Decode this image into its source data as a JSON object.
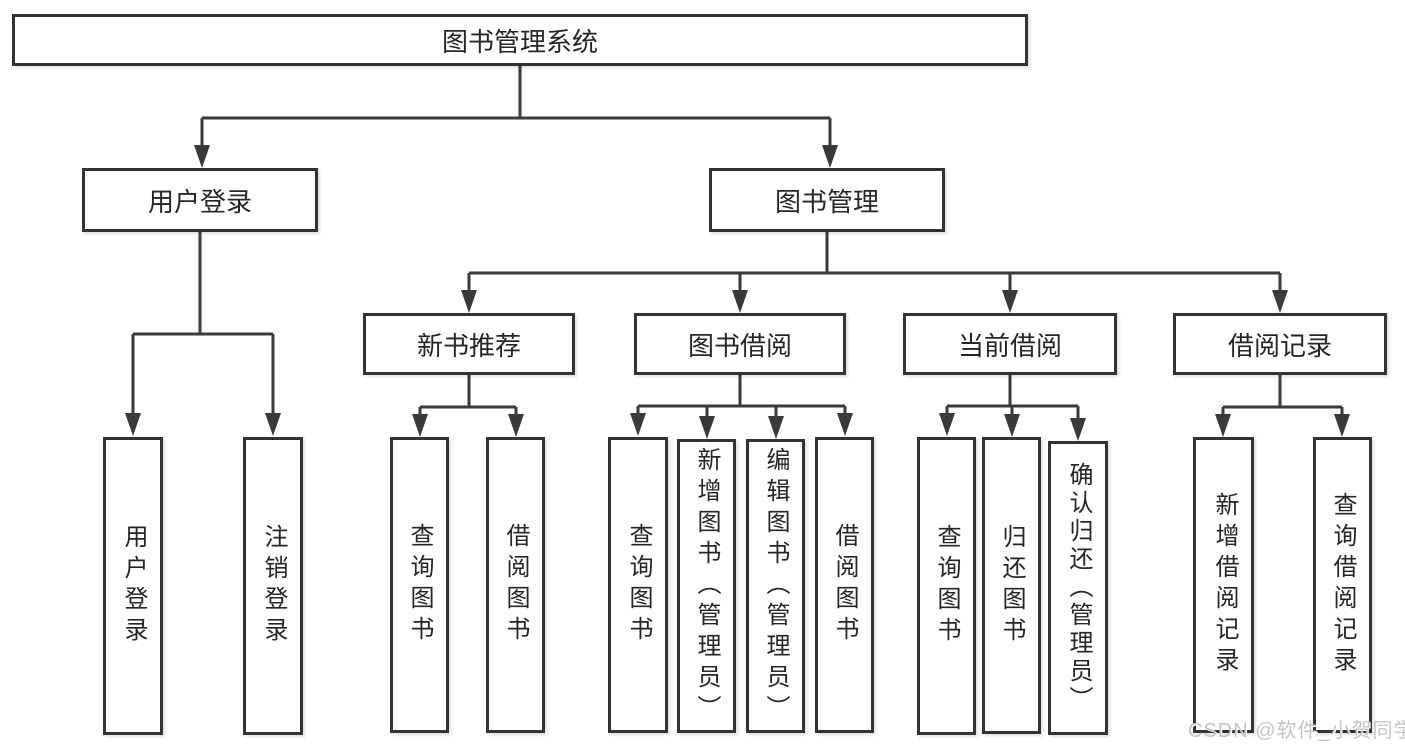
{
  "tree": {
    "label": "图书管理系统",
    "children": [
      {
        "label": "用户登录",
        "children": [
          {
            "label": "用户登录"
          },
          {
            "label": "注销登录"
          }
        ]
      },
      {
        "label": "图书管理",
        "children": [
          {
            "label": "新书推荐",
            "children": [
              {
                "label": "查询图书"
              },
              {
                "label": "借阅图书"
              }
            ]
          },
          {
            "label": "图书借阅",
            "children": [
              {
                "label": "查询图书"
              },
              {
                "label": "新增图书（管理员）"
              },
              {
                "label": "编辑图书（管理员）"
              },
              {
                "label": "借阅图书"
              }
            ]
          },
          {
            "label": "当前借阅",
            "children": [
              {
                "label": "查询图书"
              },
              {
                "label": "归还图书"
              },
              {
                "label": "确认归还（管理员）"
              }
            ]
          },
          {
            "label": "借阅记录",
            "children": [
              {
                "label": "新增借阅记录"
              },
              {
                "label": "查询借阅记录"
              }
            ]
          }
        ]
      }
    ]
  },
  "watermark": {
    "text": "CSDN @软件_小贺同学"
  },
  "colors": {
    "background": "#ffffff",
    "line": "#3a3a3a",
    "box_border": "#333333",
    "text": "#262626",
    "watermark": "#c3c5c8"
  }
}
